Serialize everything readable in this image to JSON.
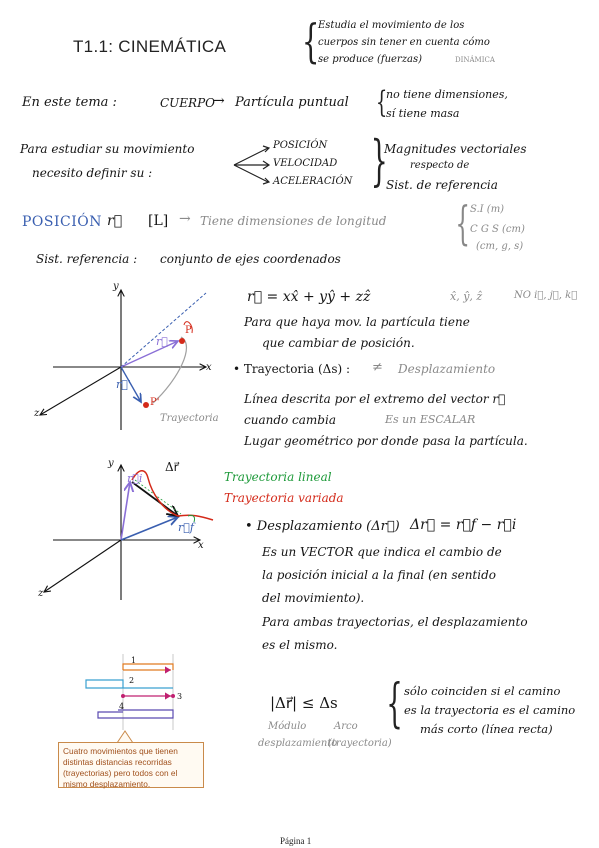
{
  "title": "T1.1: CINEMÁTICA",
  "header_note": {
    "lines": [
      "Estudia el movimiento de los",
      "cuerpos sin tener en cuenta cómo",
      "se produce (fuerzas)"
    ],
    "tag": "DINÁMICA"
  },
  "tema": {
    "label": "En este tema :",
    "cuerpo": "CUERPO",
    "arrow": "→",
    "particula": "Partícula puntual",
    "notes": [
      "no tiene dimensiones,",
      "sí tiene masa"
    ]
  },
  "estudio": {
    "left_lines": [
      "Para estudiar su movimiento",
      "necesito definir su :"
    ],
    "items": [
      "POSICIÓN",
      "VELOCIDAD",
      "ACELERACIÓN"
    ],
    "right_lines": [
      "Magnitudes vectoriales",
      "respecto de",
      "Sist. de referencia"
    ]
  },
  "posicion": {
    "label": "POSICIÓN",
    "symbol": "r⃗",
    "dim": "[L]",
    "dim_text": "Tiene dimensiones de longitud",
    "units": [
      "S.I (m)",
      "C G S (cm)",
      "(cm, g, s)"
    ]
  },
  "sist_ref": {
    "label": "Sist. referencia :",
    "text": "conjunto de ejes coordenados"
  },
  "diagram1": {
    "axis_x": "x",
    "axis_y": "y",
    "axis_z": "z",
    "vec_r": "r⃗",
    "vec_r2": "r⃗'",
    "point_p": "P",
    "point_p2": "P'",
    "trayectoria": "Trayectoria"
  },
  "vector_r": {
    "formula": "r⃗ = xx̂ + yŷ + zẑ",
    "unit_vectors": "x̂, ŷ, ẑ",
    "no_note": "NO i⃗, j⃗, k⃗",
    "lines": [
      "Para que haya mov. la partícula tiene",
      "que cambiar de posición."
    ]
  },
  "trayectoria": {
    "heading": "• Trayectoria (Δs) :",
    "neq": "≠",
    "desplazamiento": "Desplazamiento",
    "lines": [
      "Línea descrita por el extremo del vector r⃗",
      "cuando cambia",
      "Lugar geométrico por donde pasa la partícula."
    ],
    "escalar": "Es un ESCALAR"
  },
  "diagram2": {
    "axis_y": "y",
    "axis_x": "x",
    "axis_z": "z",
    "ri": "r⃗i",
    "rf": "r⃗f",
    "delta_r": "Δr⃗",
    "lineal": "Trayectoria lineal",
    "variada": "Trayectoria variada"
  },
  "desplazamiento": {
    "heading": "• Desplazamiento (Δr⃗)",
    "formula": "Δr⃗ = r⃗f − r⃗i",
    "lines": [
      "Es un VECTOR que indica el cambio de",
      "la posición inicial a la final (en sentido",
      "del movimiento).",
      "Para ambas trayectorias, el desplazamiento",
      "es el mismo."
    ]
  },
  "paths": {
    "labels": [
      "1",
      "2",
      "3",
      "4"
    ],
    "caption": "Cuatro movimientos que tienen distintas distancias recorridas (trayectorias) pero todos con el mismo desplazamiento."
  },
  "inequality": {
    "formula": "|Δr⃗| ≤ Δs",
    "sub_left": [
      "Módulo",
      "desplazamiento"
    ],
    "sub_right": [
      "Arco",
      "(trayectoria)"
    ],
    "note": [
      "sólo coinciden si el camino",
      "es la trayectoria es el camino",
      "más corto (línea recta)"
    ]
  },
  "footer": "Página 1",
  "colors": {
    "blue": "#3a5fb0",
    "purple": "#8a6fd6",
    "red": "#d42a1a",
    "green": "#1e9a3a",
    "gray": "#8a8a8a"
  }
}
